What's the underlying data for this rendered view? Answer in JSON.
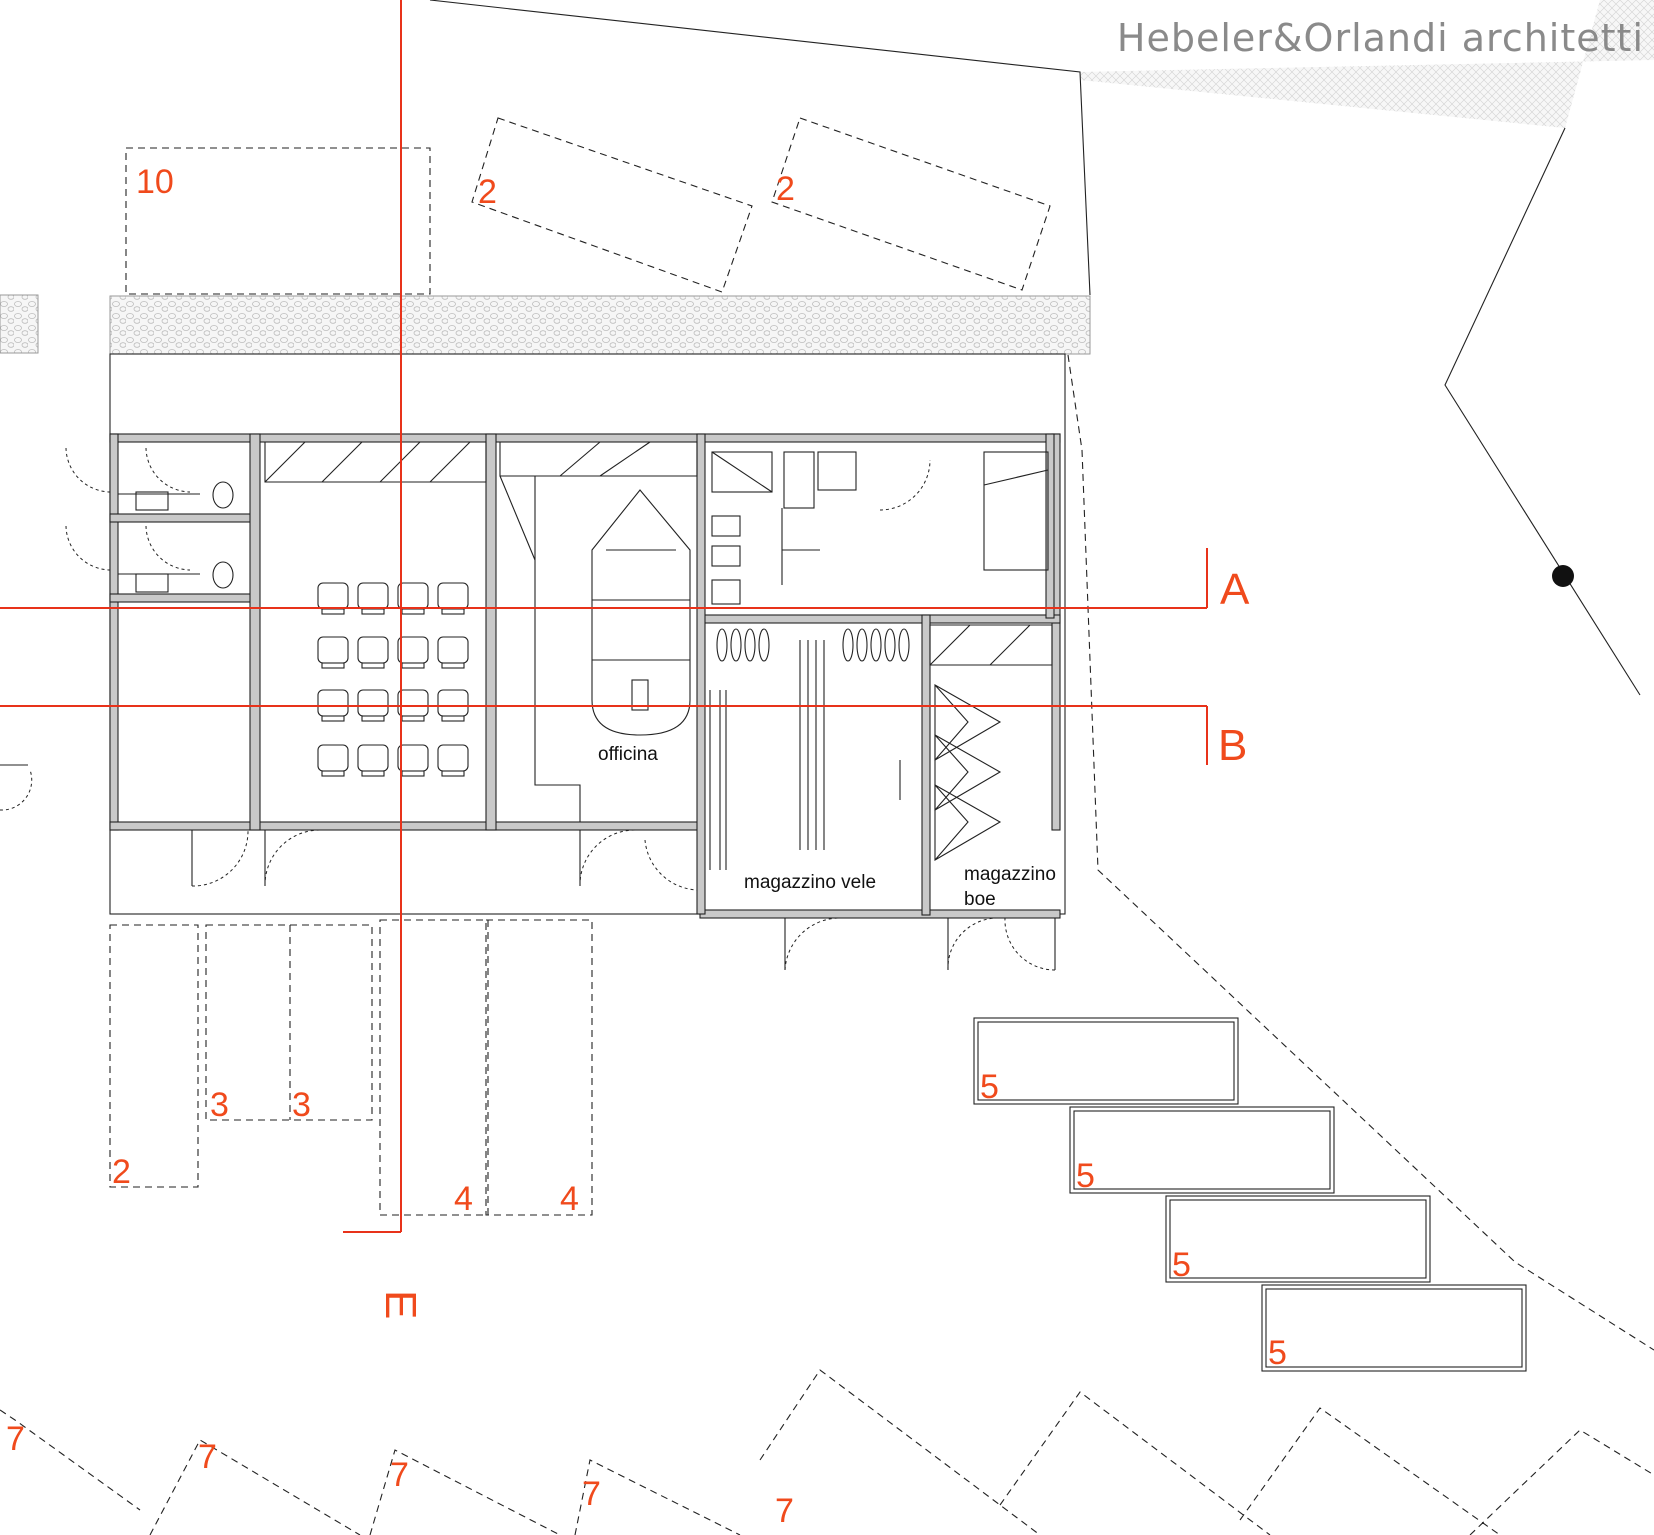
{
  "firm": "Hebeler&Orlandi architetti",
  "section_labels": {
    "a": "A",
    "b": "B",
    "e": "E"
  },
  "rooms": {
    "officina": "officina",
    "magazzino_vele": "magazzino vele",
    "magazzino_boe_1": "magazzino",
    "magazzino_boe_2": "boe"
  },
  "markers": {
    "m10": "10",
    "m2a": "2",
    "m2b": "2",
    "m2c": "2",
    "m3a": "3",
    "m3b": "3",
    "m4a": "4",
    "m4b": "4",
    "m5a": "5",
    "m5b": "5",
    "m5c": "5",
    "m5d": "5",
    "m7a": "7",
    "m7b": "7",
    "m7c": "7",
    "m7d": "7",
    "m7e": "7"
  },
  "colors": {
    "annotation": "#f04a1c",
    "section_line": "#e8321a",
    "wall_fill": "#c9c9c9"
  }
}
